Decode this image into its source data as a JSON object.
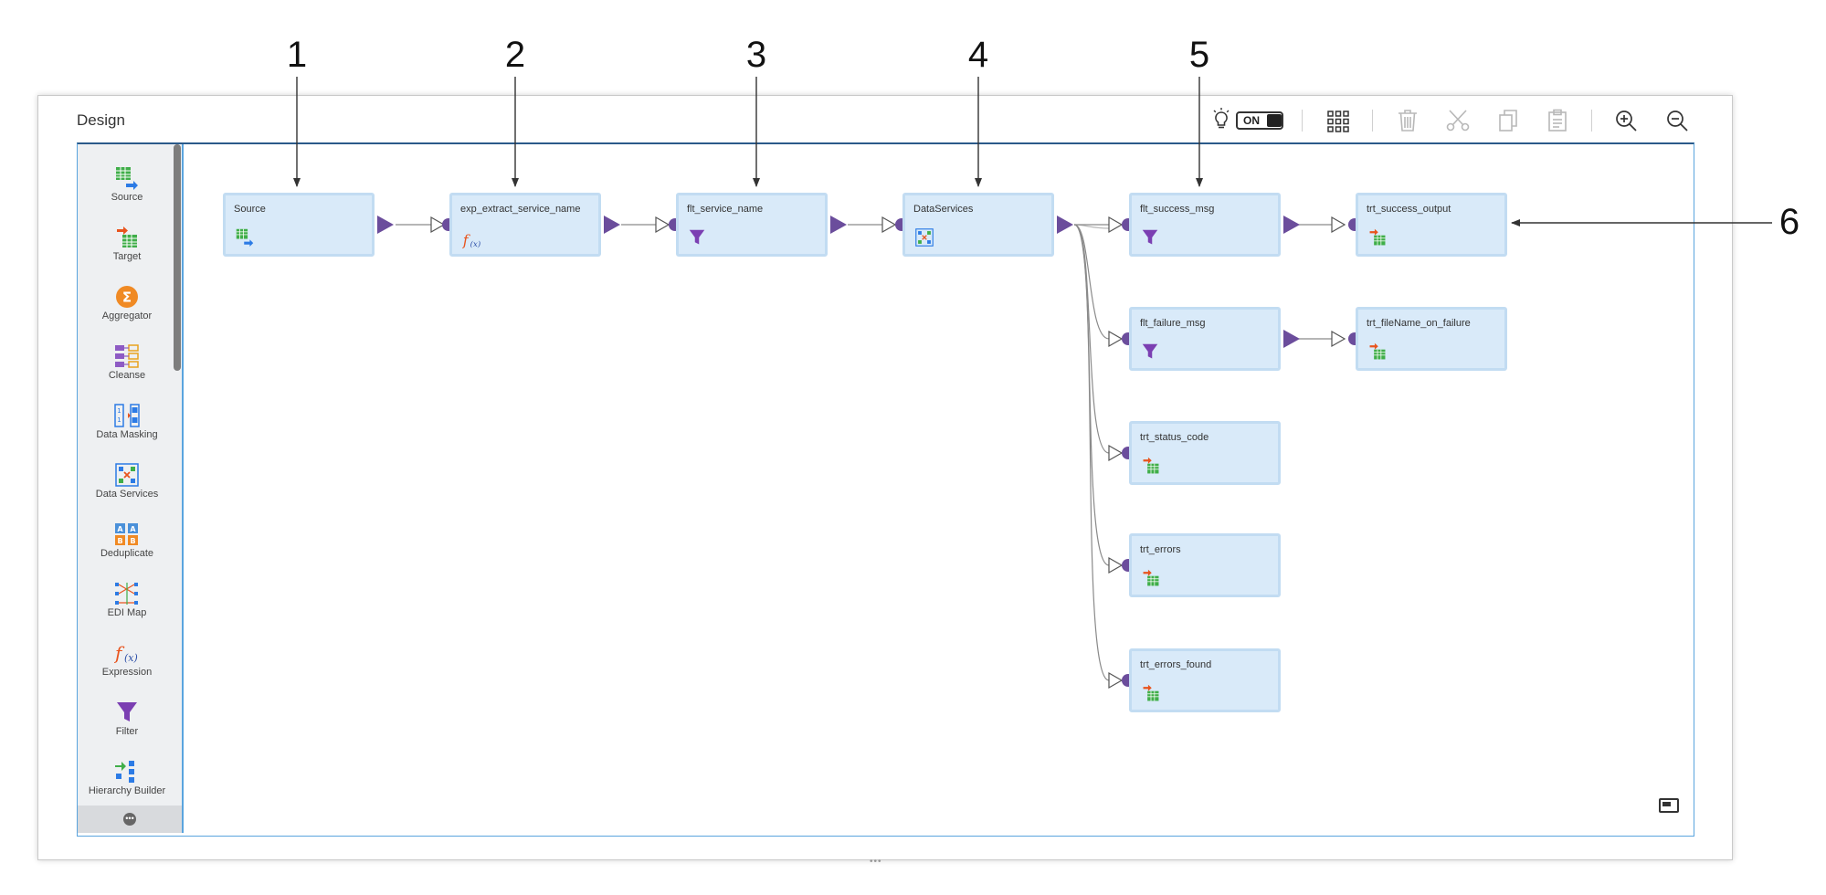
{
  "callouts": [
    "1",
    "2",
    "3",
    "4",
    "5",
    "6"
  ],
  "panel": {
    "title": "Design"
  },
  "toolbar": {
    "toggle_label": "ON",
    "icons": [
      "lightbulb-icon",
      "grid-icon",
      "delete-icon",
      "cut-icon",
      "copy-icon",
      "paste-icon",
      "zoom-in-icon",
      "zoom-out-icon"
    ]
  },
  "palette": {
    "items": [
      {
        "label": "Source",
        "icon": "source-icon"
      },
      {
        "label": "Target",
        "icon": "target-icon"
      },
      {
        "label": "Aggregator",
        "icon": "aggregator-icon"
      },
      {
        "label": "Cleanse",
        "icon": "cleanse-icon"
      },
      {
        "label": "Data Masking",
        "icon": "data-masking-icon"
      },
      {
        "label": "Data Services",
        "icon": "data-services-icon"
      },
      {
        "label": "Deduplicate",
        "icon": "deduplicate-icon"
      },
      {
        "label": "EDI Map",
        "icon": "edi-map-icon"
      },
      {
        "label": "Expression",
        "icon": "expression-icon"
      },
      {
        "label": "Filter",
        "icon": "filter-icon"
      },
      {
        "label": "Hierarchy Builder",
        "icon": "hierarchy-builder-icon"
      }
    ]
  },
  "nodes": [
    {
      "title": "Source",
      "icon": "source-icon"
    },
    {
      "title": "exp_extract_service_name",
      "icon": "expression-icon"
    },
    {
      "title": "flt_service_name",
      "icon": "filter-icon"
    },
    {
      "title": "DataServices",
      "icon": "data-services-icon"
    },
    {
      "title": "flt_success_msg",
      "icon": "filter-icon"
    },
    {
      "title": "trt_success_output",
      "icon": "target-icon"
    },
    {
      "title": "flt_failure_msg",
      "icon": "filter-icon"
    },
    {
      "title": "trt_fileName_on_failure",
      "icon": "target-icon"
    },
    {
      "title": "trt_status_code",
      "icon": "target-icon"
    },
    {
      "title": "trt_errors",
      "icon": "target-icon"
    },
    {
      "title": "trt_errors_found",
      "icon": "target-icon"
    }
  ],
  "colors": {
    "node_fill": "#d9eaf9",
    "node_border": "#c2dcf2",
    "port": "#6b4d9c",
    "canvas_border": "#5aa4de"
  }
}
